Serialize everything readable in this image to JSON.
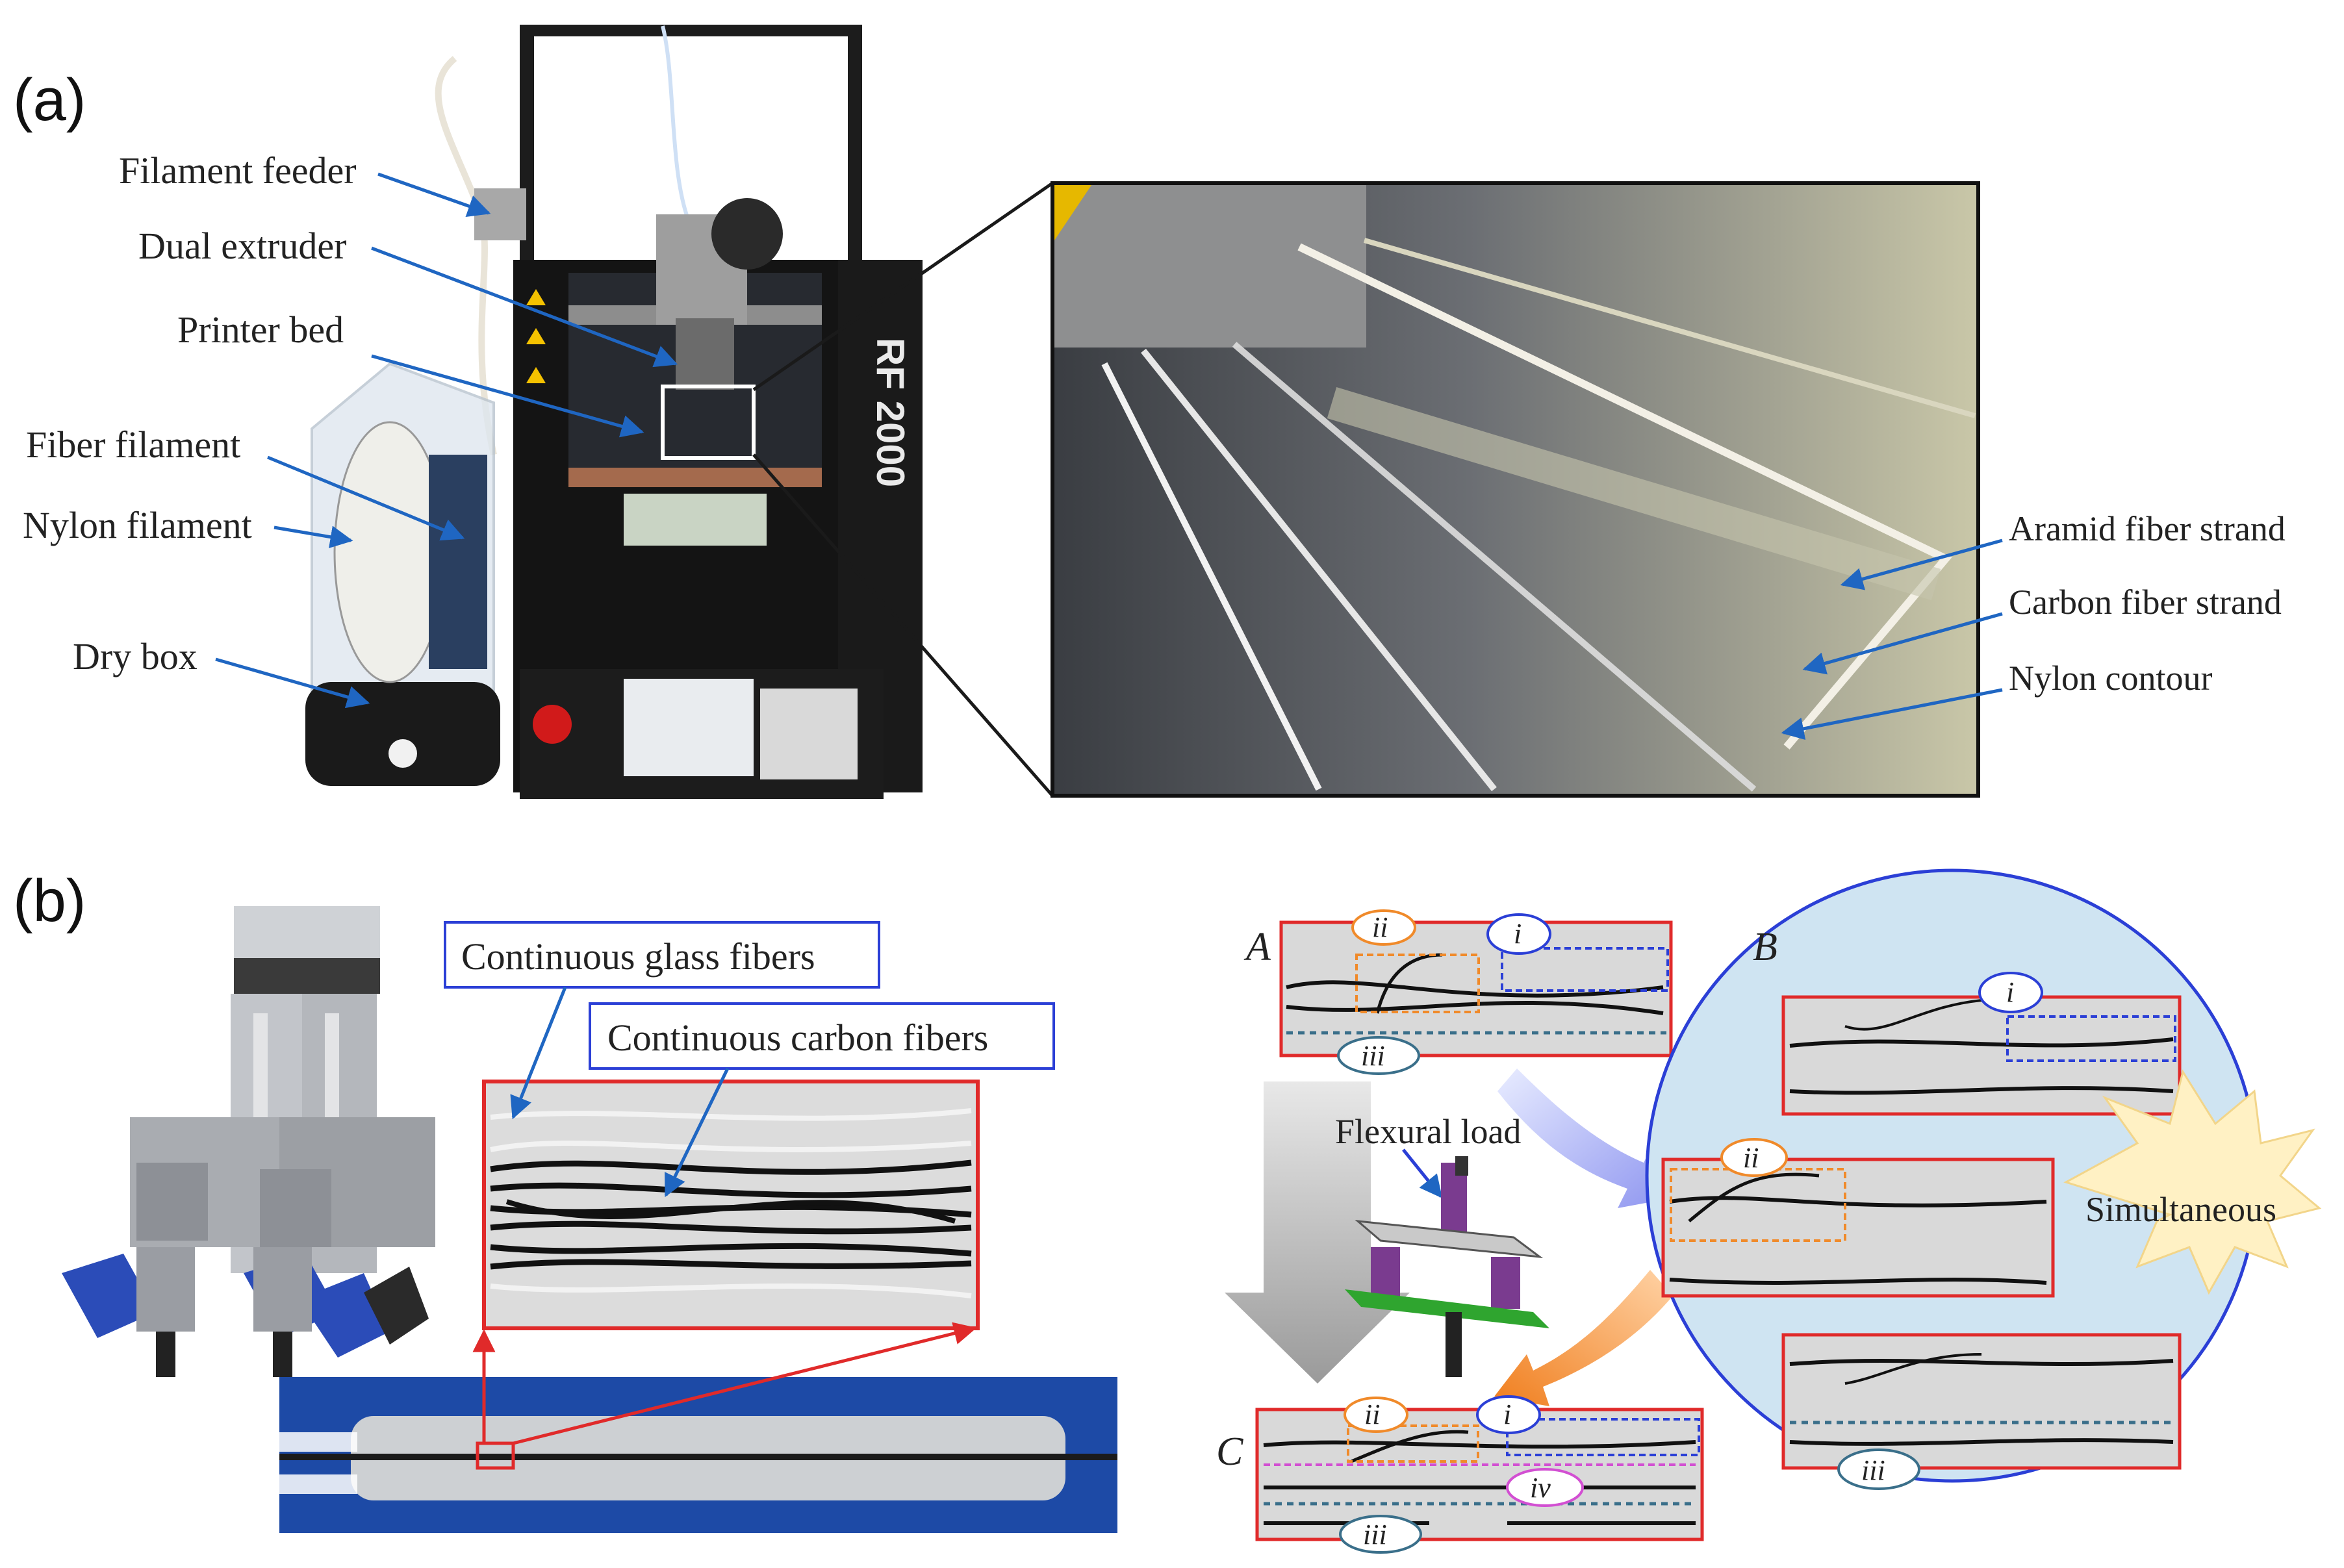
{
  "panel_a": {
    "letter": "(a)",
    "printer_labels": {
      "filament_feeder": "Filament feeder",
      "dual_extruder": "Dual extruder",
      "printer_bed": "Printer bed",
      "fiber_filament": "Fiber filament",
      "nylon_filament": "Nylon filament",
      "dry_box": "Dry box"
    },
    "printer_model": "RF 2000",
    "zoom_labels": {
      "aramid": "Aramid fiber strand",
      "carbon": "Carbon fiber strand",
      "nylon": "Nylon contour"
    }
  },
  "panel_b": {
    "letter": "(b)",
    "fiber_labels": {
      "glass": "Continuous glass fibers",
      "carbon": "Continuous carbon fibers"
    },
    "mechanism": {
      "stage_a": "A",
      "stage_b": "B",
      "stage_c": "C",
      "load_label": "Flexural load",
      "simultaneous": "Simultaneous",
      "roman_i": "i",
      "roman_ii": "ii",
      "roman_iii": "iii",
      "roman_iv": "iv"
    }
  },
  "colors": {
    "arrow_blue": "#1f66c2",
    "box_red": "#e02a2a",
    "label_border_blue": "#2b3fd6",
    "circle_fill": "#cfe4f2",
    "orange": "#f08a2a"
  }
}
